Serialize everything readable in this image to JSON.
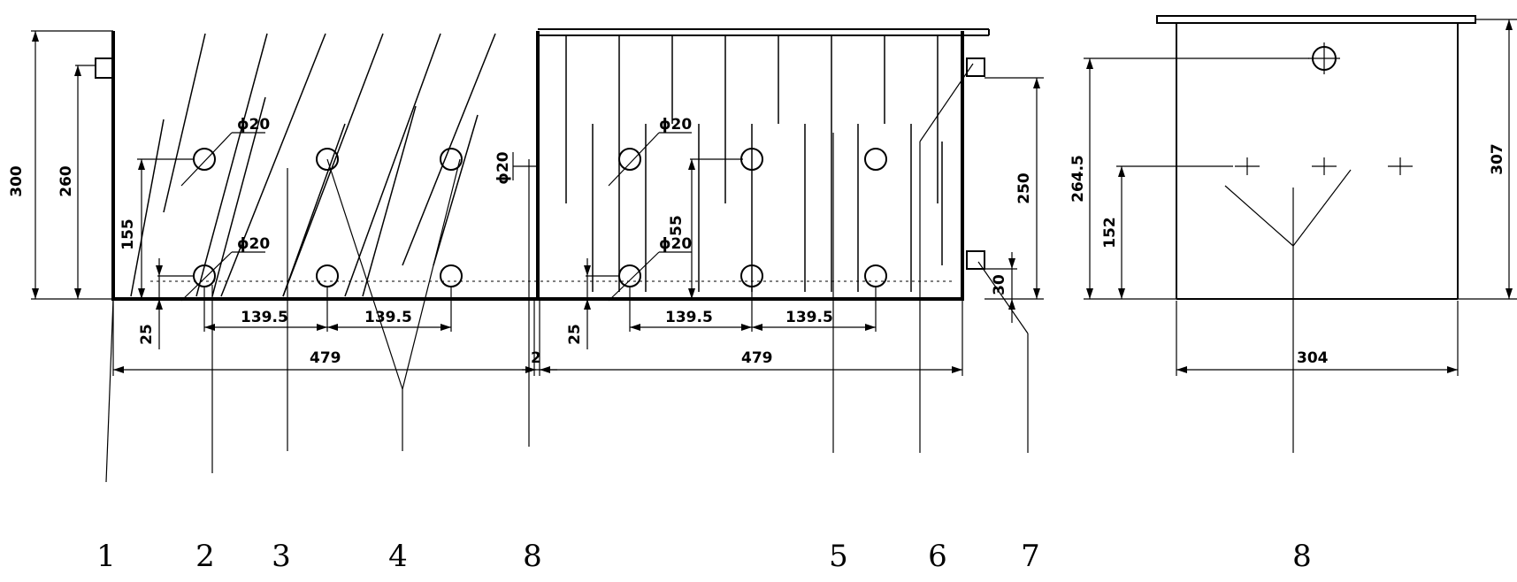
{
  "dimensions": {
    "d300": "300",
    "d260": "260",
    "d155": "155",
    "d25a": "25",
    "d_phi20a": "ϕ20",
    "d_phi20b": "ϕ20",
    "d139_5a": "139.5",
    "d139_5b": "139.5",
    "d479a": "479",
    "d2": "2",
    "d_phi20c": "ϕ20",
    "d_phi20d": "ϕ20",
    "d_phi20e": "ϕ20",
    "d55": "55",
    "d25b": "25",
    "d139_5c": "139.5",
    "d139_5d": "139.5",
    "d479b": "479",
    "d250": "250",
    "d30": "30",
    "d264_5": "264.5",
    "d152": "152",
    "d307": "307",
    "d304": "304"
  },
  "callouts": [
    "1",
    "2",
    "3",
    "4",
    "8",
    "5",
    "6",
    "7",
    "8"
  ]
}
